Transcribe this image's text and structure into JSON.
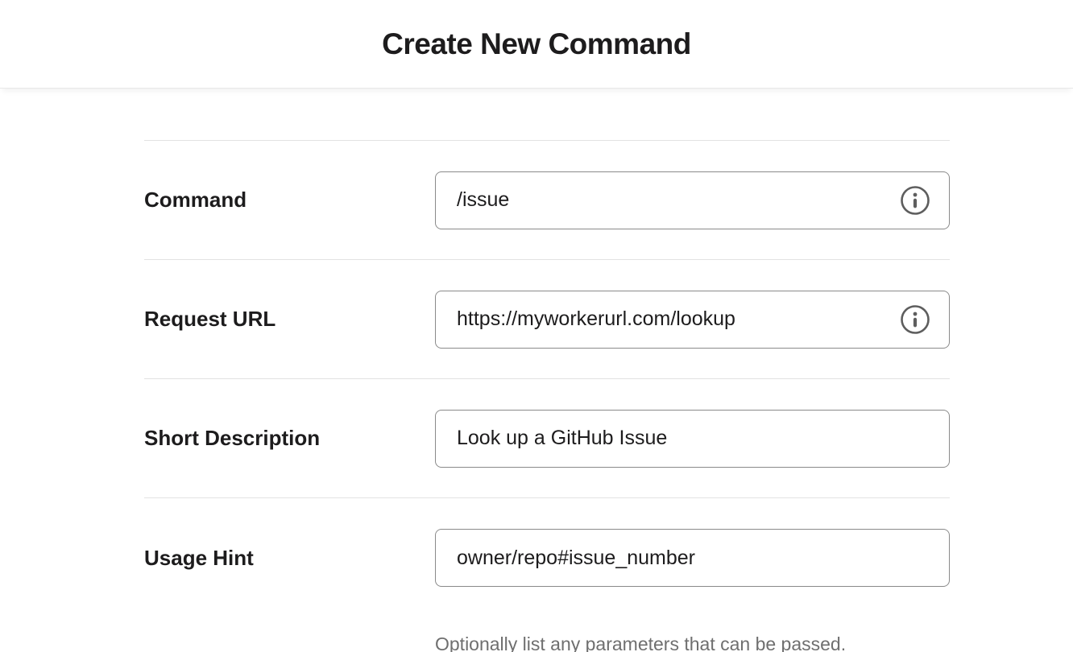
{
  "page": {
    "title": "Create New Command"
  },
  "colors": {
    "text": "#1d1c1d",
    "input_border": "#8a8a8a",
    "divider": "#e2e2e2",
    "muted_text": "#6f6f6f",
    "info_icon": "#5e5e5e"
  },
  "icons": {
    "info": "circled-lowercase-i"
  },
  "fields": [
    {
      "label": "Command",
      "value": "/issue",
      "has_info_icon": true
    },
    {
      "label": "Request URL",
      "value": "https://myworkerurl.com/lookup",
      "has_info_icon": true
    },
    {
      "label": "Short Description",
      "value": "Look up a GitHub Issue",
      "has_info_icon": false
    },
    {
      "label": "Usage Hint",
      "value": "owner/repo#issue_number",
      "has_info_icon": false,
      "help": "Optionally list any parameters that can be passed."
    }
  ]
}
